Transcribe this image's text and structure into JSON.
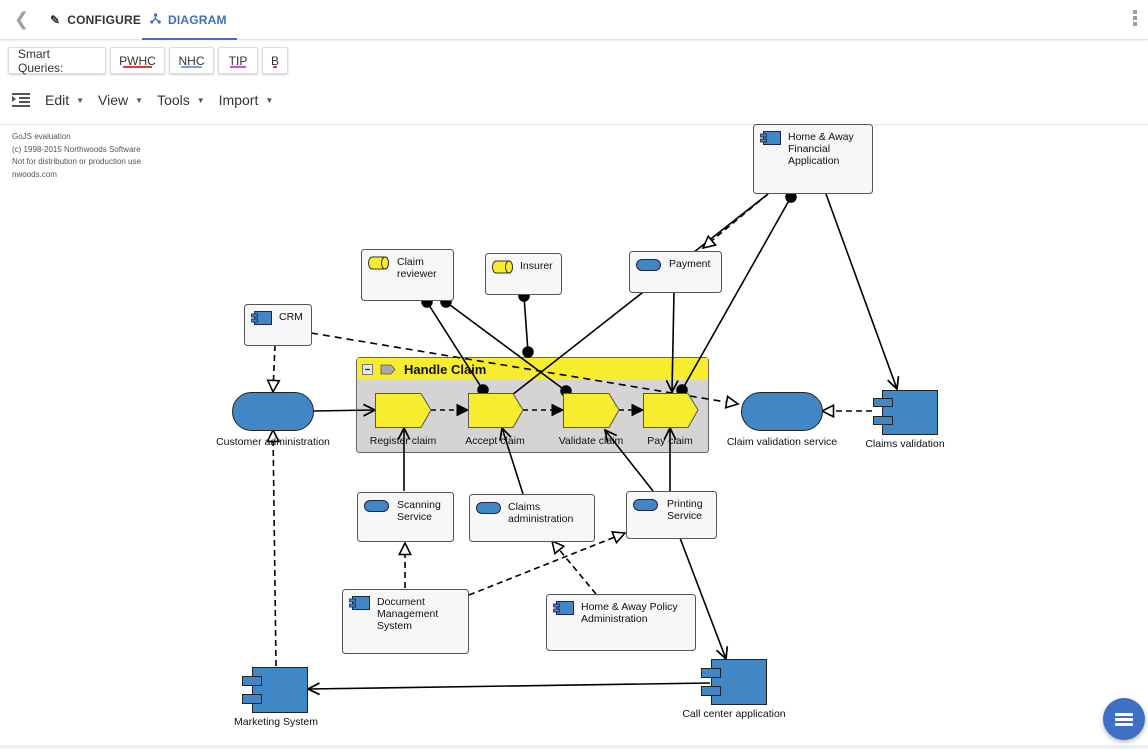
{
  "topbar": {
    "back_icon": "chevron-left-icon",
    "tabs": [
      {
        "label": "CONFIGURE",
        "icon": "pencil-icon",
        "active": false
      },
      {
        "label": "DIAGRAM",
        "icon": "hierarchy-icon",
        "active": true
      }
    ],
    "more_icon": "more-vert-icon"
  },
  "smart_queries": {
    "label": "Smart Queries:",
    "buttons": [
      {
        "label": "PWHC",
        "color": "#e53935"
      },
      {
        "label": "NHC",
        "color": "#7c9ee8"
      },
      {
        "label": "TIP",
        "color": "#e040fb"
      },
      {
        "label": "B",
        "color": "#e53935"
      }
    ]
  },
  "menubar": {
    "indent_icon": "format-indent-icon",
    "menus": [
      "Edit",
      "View",
      "Tools",
      "Import"
    ]
  },
  "watermark": [
    "GoJS evaluation",
    "(c) 1998-2015 Northwoods Software",
    "Not for distribution or production use",
    "nwoods.com"
  ],
  "colors": {
    "accent": "#3f6fc4",
    "node_blue": "#4187c5",
    "process_yellow": "#f7ec2d",
    "group_bg": "#d4d4d4",
    "card_bg": "#f7f7f7"
  },
  "diagram": {
    "group": {
      "title": "Handle Claim",
      "collapse_icon": "minus-box-icon",
      "type_icon": "process-arrow-icon"
    },
    "processes": [
      "Register claim",
      "Accept claim",
      "Validate claim",
      "Pay claim"
    ],
    "cards": {
      "home_away_financial": [
        "Home & Away",
        "Financial",
        "Application"
      ],
      "claim_reviewer": [
        "Claim",
        "reviewer"
      ],
      "insurer": [
        "Insurer"
      ],
      "payment": [
        "Payment"
      ],
      "crm": [
        "CRM"
      ],
      "scanning_service": [
        "Scanning",
        "Service"
      ],
      "claims_administration": [
        "Claims",
        "administration"
      ],
      "printing_service": [
        "Printing",
        "Service"
      ],
      "document_management": [
        "Document",
        "Management",
        "System"
      ],
      "home_away_policy": [
        "Home & Away Policy",
        "Administration"
      ]
    },
    "services": {
      "customer_administration": "Customer administration",
      "claim_validation_service": "Claim validation service"
    },
    "components": {
      "claims_validation": "Claims validation",
      "marketing_system": "Marketing System",
      "call_center_application": "Call center application"
    }
  },
  "fab": {
    "icon": "menu-icon"
  }
}
